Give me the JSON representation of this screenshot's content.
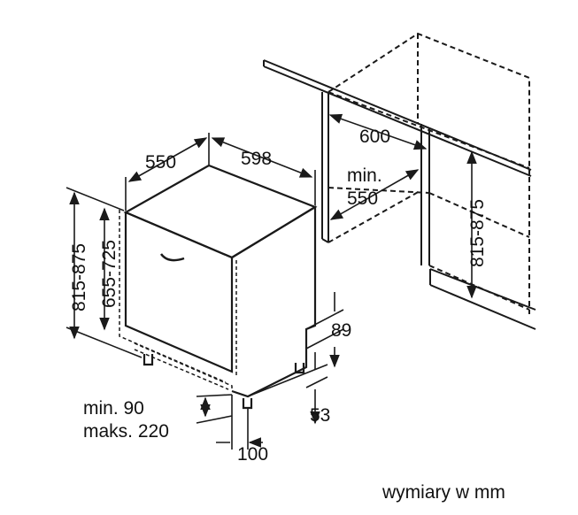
{
  "diagram": {
    "units_note": "wymiary w mm",
    "dimensions": {
      "depth_550": "550",
      "width_598": "598",
      "niche_width_600": "600",
      "niche_depth_min_line1": "min.",
      "niche_depth_min_line2": "550",
      "niche_height": "815-875",
      "total_height": "815-875",
      "body_height": "655-725",
      "plinth_89": "89",
      "foot_53": "53",
      "plinth_height_line1": "min. 90",
      "plinth_height_line2": "maks. 220",
      "plinth_recess_100": "100"
    },
    "colors": {
      "stroke": "#1a1a1a",
      "text": "#111111",
      "background": "#ffffff"
    }
  }
}
